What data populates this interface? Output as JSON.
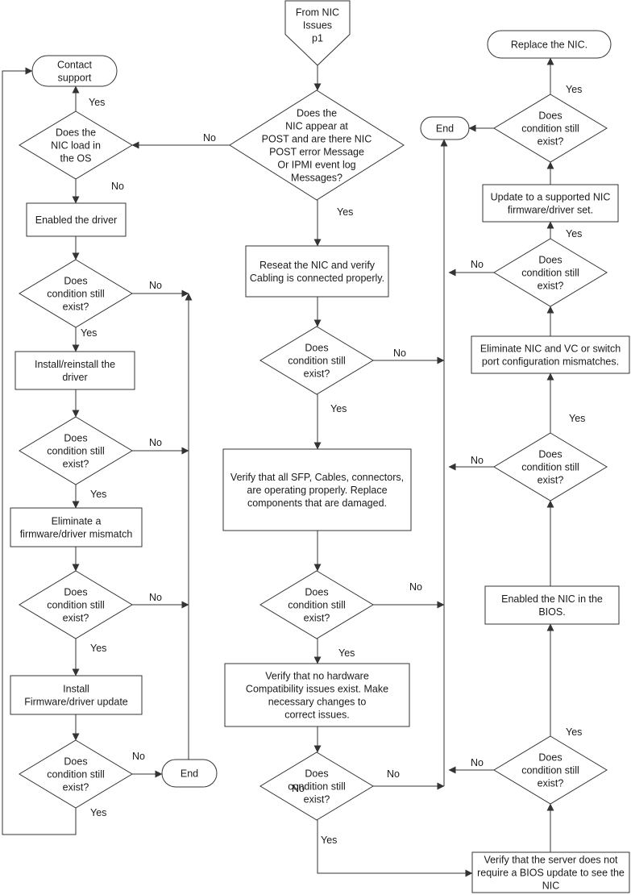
{
  "flowchart": {
    "nodes": {
      "start": [
        "From NIC",
        "Issues",
        "p1"
      ],
      "contact_support": [
        "Contact",
        "support"
      ],
      "replace_nic": [
        "Replace the NIC."
      ],
      "end_top": [
        "End"
      ],
      "end_bottom": [
        "End"
      ],
      "q_post": [
        "Does the",
        "NIC appear at",
        "POST and are there NIC",
        "POST error Message",
        "Or IPMI event log",
        "Messages?"
      ],
      "q_load_os": [
        "Does the",
        "NIC load in",
        "the OS"
      ],
      "enable_driver": [
        "Enabled the driver"
      ],
      "q_left1": [
        "Does",
        "condition still",
        "exist?"
      ],
      "install_driver": [
        "Install/reinstall the",
        "driver"
      ],
      "q_left2": [
        "Does",
        "condition still",
        "exist?"
      ],
      "elim_mismatch": [
        "Eliminate a",
        "firmware/driver mismatch"
      ],
      "q_left3": [
        "Does",
        "condition still",
        "exist?"
      ],
      "install_fw": [
        "Install",
        "Firmware/driver update"
      ],
      "q_left4": [
        "Does",
        "condition still",
        "exist?"
      ],
      "reseat": [
        "Reseat the NIC and verify",
        "Cabling is connected properly."
      ],
      "q_mid1": [
        "Does",
        "condition still",
        "exist?"
      ],
      "verify_sfp": [
        "Verify that all SFP, Cables, connectors,",
        "are operating properly. Replace",
        "components that are damaged."
      ],
      "q_mid2": [
        "Does",
        "condition still",
        "exist?"
      ],
      "verify_hw": [
        "Verify that no hardware",
        "Compatibility issues exist. Make",
        "necessary changes to",
        "correct issues."
      ],
      "q_mid3": [
        "Does",
        "condition still",
        "exist?"
      ],
      "q_right_top": [
        "Does",
        "condition still",
        "exist?"
      ],
      "update_fw": [
        "Update to a supported NIC",
        "firmware/driver set."
      ],
      "q_right2": [
        "Does",
        "condition still",
        "exist?"
      ],
      "elim_vc": [
        "Eliminate NIC and VC or switch",
        "port configuration mismatches."
      ],
      "q_right3": [
        "Does",
        "condition still",
        "exist?"
      ],
      "enable_bios": [
        "Enabled the NIC in the",
        "BIOS."
      ],
      "q_right4": [
        "Does",
        "condition still",
        "exist?"
      ],
      "verify_bios": [
        "Verify that the server does not",
        "require a BIOS update to see the",
        "NIC"
      ]
    },
    "edge_labels": {
      "contact_yes": "Yes",
      "load_no": "No",
      "post_no": "No",
      "post_yes": "Yes",
      "left1_no": "No",
      "left1_yes": "Yes",
      "left2_no": "No",
      "left2_yes": "Yes",
      "left3_no": "No",
      "left3_yes": "Yes",
      "left4_no": "No",
      "left4_yes": "Yes",
      "mid1_no": "No",
      "mid1_yes": "Yes",
      "mid2_no": "No",
      "mid2_yes": "Yes",
      "mid3_no_inner": "No",
      "mid3_no": "No",
      "mid3_yes": "Yes",
      "rtop_yes": "Yes",
      "r2_no": "No",
      "r2_yes": "Yes",
      "r3_no": "No",
      "r3_yes": "Yes",
      "r4_no": "No",
      "r4_yes": "Yes"
    }
  }
}
